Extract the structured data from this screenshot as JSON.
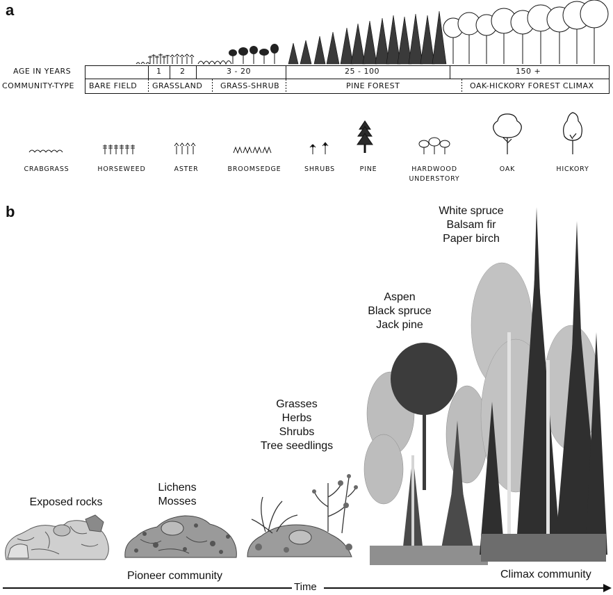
{
  "panel_a": {
    "letter": "a",
    "rows": {
      "age_header": "AGE IN YEARS",
      "community_header": "COMMUNITY-TYPE"
    },
    "ages": [
      "1",
      "2",
      "3 - 20",
      "25 - 100",
      "150 +"
    ],
    "communities": [
      "BARE FIELD",
      "GRASSLAND",
      "GRASS-SHRUB",
      "PINE FOREST",
      "OAK-HICKORY FOREST CLIMAX"
    ],
    "legend": [
      {
        "label": "CRABGRASS",
        "icon": "crabgrass-icon"
      },
      {
        "label": "HORSEWEED",
        "icon": "horseweed-icon"
      },
      {
        "label": "ASTER",
        "icon": "aster-icon"
      },
      {
        "label": "BROOMSEDGE",
        "icon": "broomsedge-icon"
      },
      {
        "label": "SHRUBS",
        "icon": "shrubs-icon"
      },
      {
        "label": "PINE",
        "icon": "pine-icon"
      },
      {
        "label": "HARDWOOD\nUNDERSTORY",
        "icon": "hardwood-icon"
      },
      {
        "label": "OAK",
        "icon": "oak-icon"
      },
      {
        "label": "HICKORY",
        "icon": "hickory-icon"
      }
    ]
  },
  "panel_b": {
    "letter": "b",
    "stages": [
      {
        "label": "Exposed rocks"
      },
      {
        "label": "Lichens\nMosses"
      },
      {
        "label": "Grasses\nHerbs\nShrubs\nTree seedlings"
      },
      {
        "label": "Aspen\nBlack spruce\nJack pine"
      },
      {
        "label": "White spruce\nBalsam fir\nPaper birch"
      }
    ],
    "pioneer_label": "Pioneer community",
    "climax_label": "Climax community",
    "time_label": "Time"
  }
}
